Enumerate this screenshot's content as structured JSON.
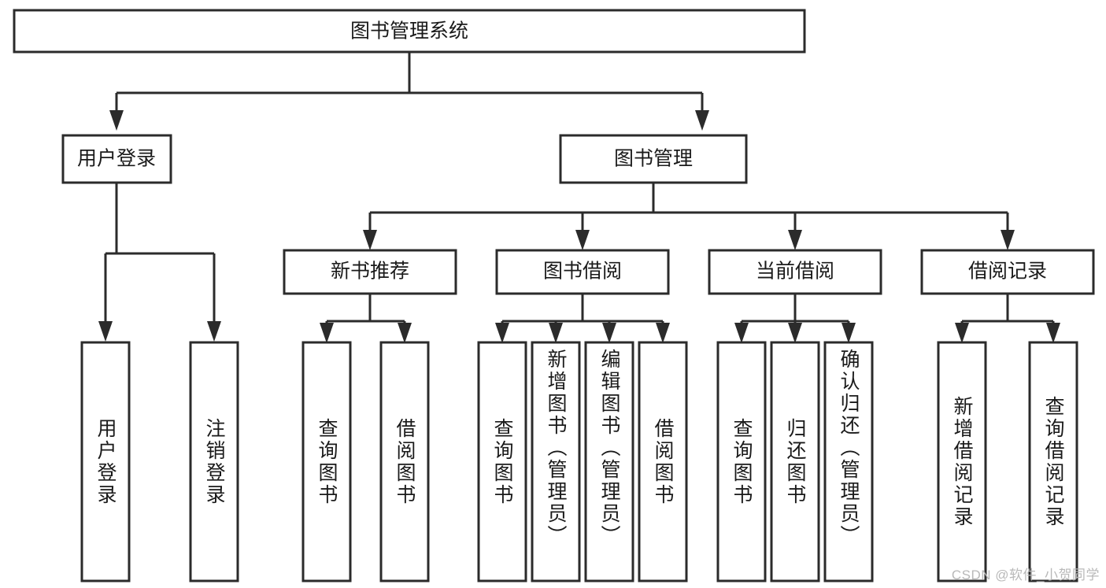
{
  "diagram": {
    "type": "tree-hierarchy-diagram",
    "title": "图书管理系统",
    "watermark": "CSDN @软件_小贺同学",
    "colors": {
      "box_fill": "#ffffff",
      "box_stroke": "#2b2b2b",
      "text": "#1a1a1a",
      "background": "#ffffff",
      "watermark": "#b9b9b9"
    },
    "nodes": {
      "root": {
        "label": "图书管理系统",
        "orientation": "horizontal"
      },
      "level1": [
        {
          "label": "用户登录",
          "orientation": "horizontal"
        },
        {
          "label": "图书管理",
          "orientation": "horizontal"
        }
      ],
      "level2": [
        {
          "label": "新书推荐",
          "orientation": "horizontal"
        },
        {
          "label": "图书借阅",
          "orientation": "horizontal"
        },
        {
          "label": "当前借阅",
          "orientation": "horizontal"
        },
        {
          "label": "借阅记录",
          "orientation": "horizontal"
        }
      ],
      "leaves": {
        "user_login": [
          {
            "label": "用户登录",
            "orientation": "vertical"
          },
          {
            "label": "注销登录",
            "orientation": "vertical"
          }
        ],
        "new_book_recommend": [
          {
            "label": "查询图书",
            "orientation": "vertical"
          },
          {
            "label": "借阅图书",
            "orientation": "vertical"
          }
        ],
        "book_borrow": [
          {
            "label": "查询图书",
            "orientation": "vertical"
          },
          {
            "label": "新增图书（管理员）",
            "orientation": "vertical"
          },
          {
            "label": "编辑图书（管理员）",
            "orientation": "vertical"
          },
          {
            "label": "借阅图书",
            "orientation": "vertical"
          }
        ],
        "current_borrow": [
          {
            "label": "查询图书",
            "orientation": "vertical"
          },
          {
            "label": "归还图书",
            "orientation": "vertical"
          },
          {
            "label": "确认归还（管理员）",
            "orientation": "vertical"
          }
        ],
        "borrow_record": [
          {
            "label": "新增借阅记录",
            "orientation": "vertical"
          },
          {
            "label": "查询借阅记录",
            "orientation": "vertical"
          }
        ]
      }
    }
  }
}
